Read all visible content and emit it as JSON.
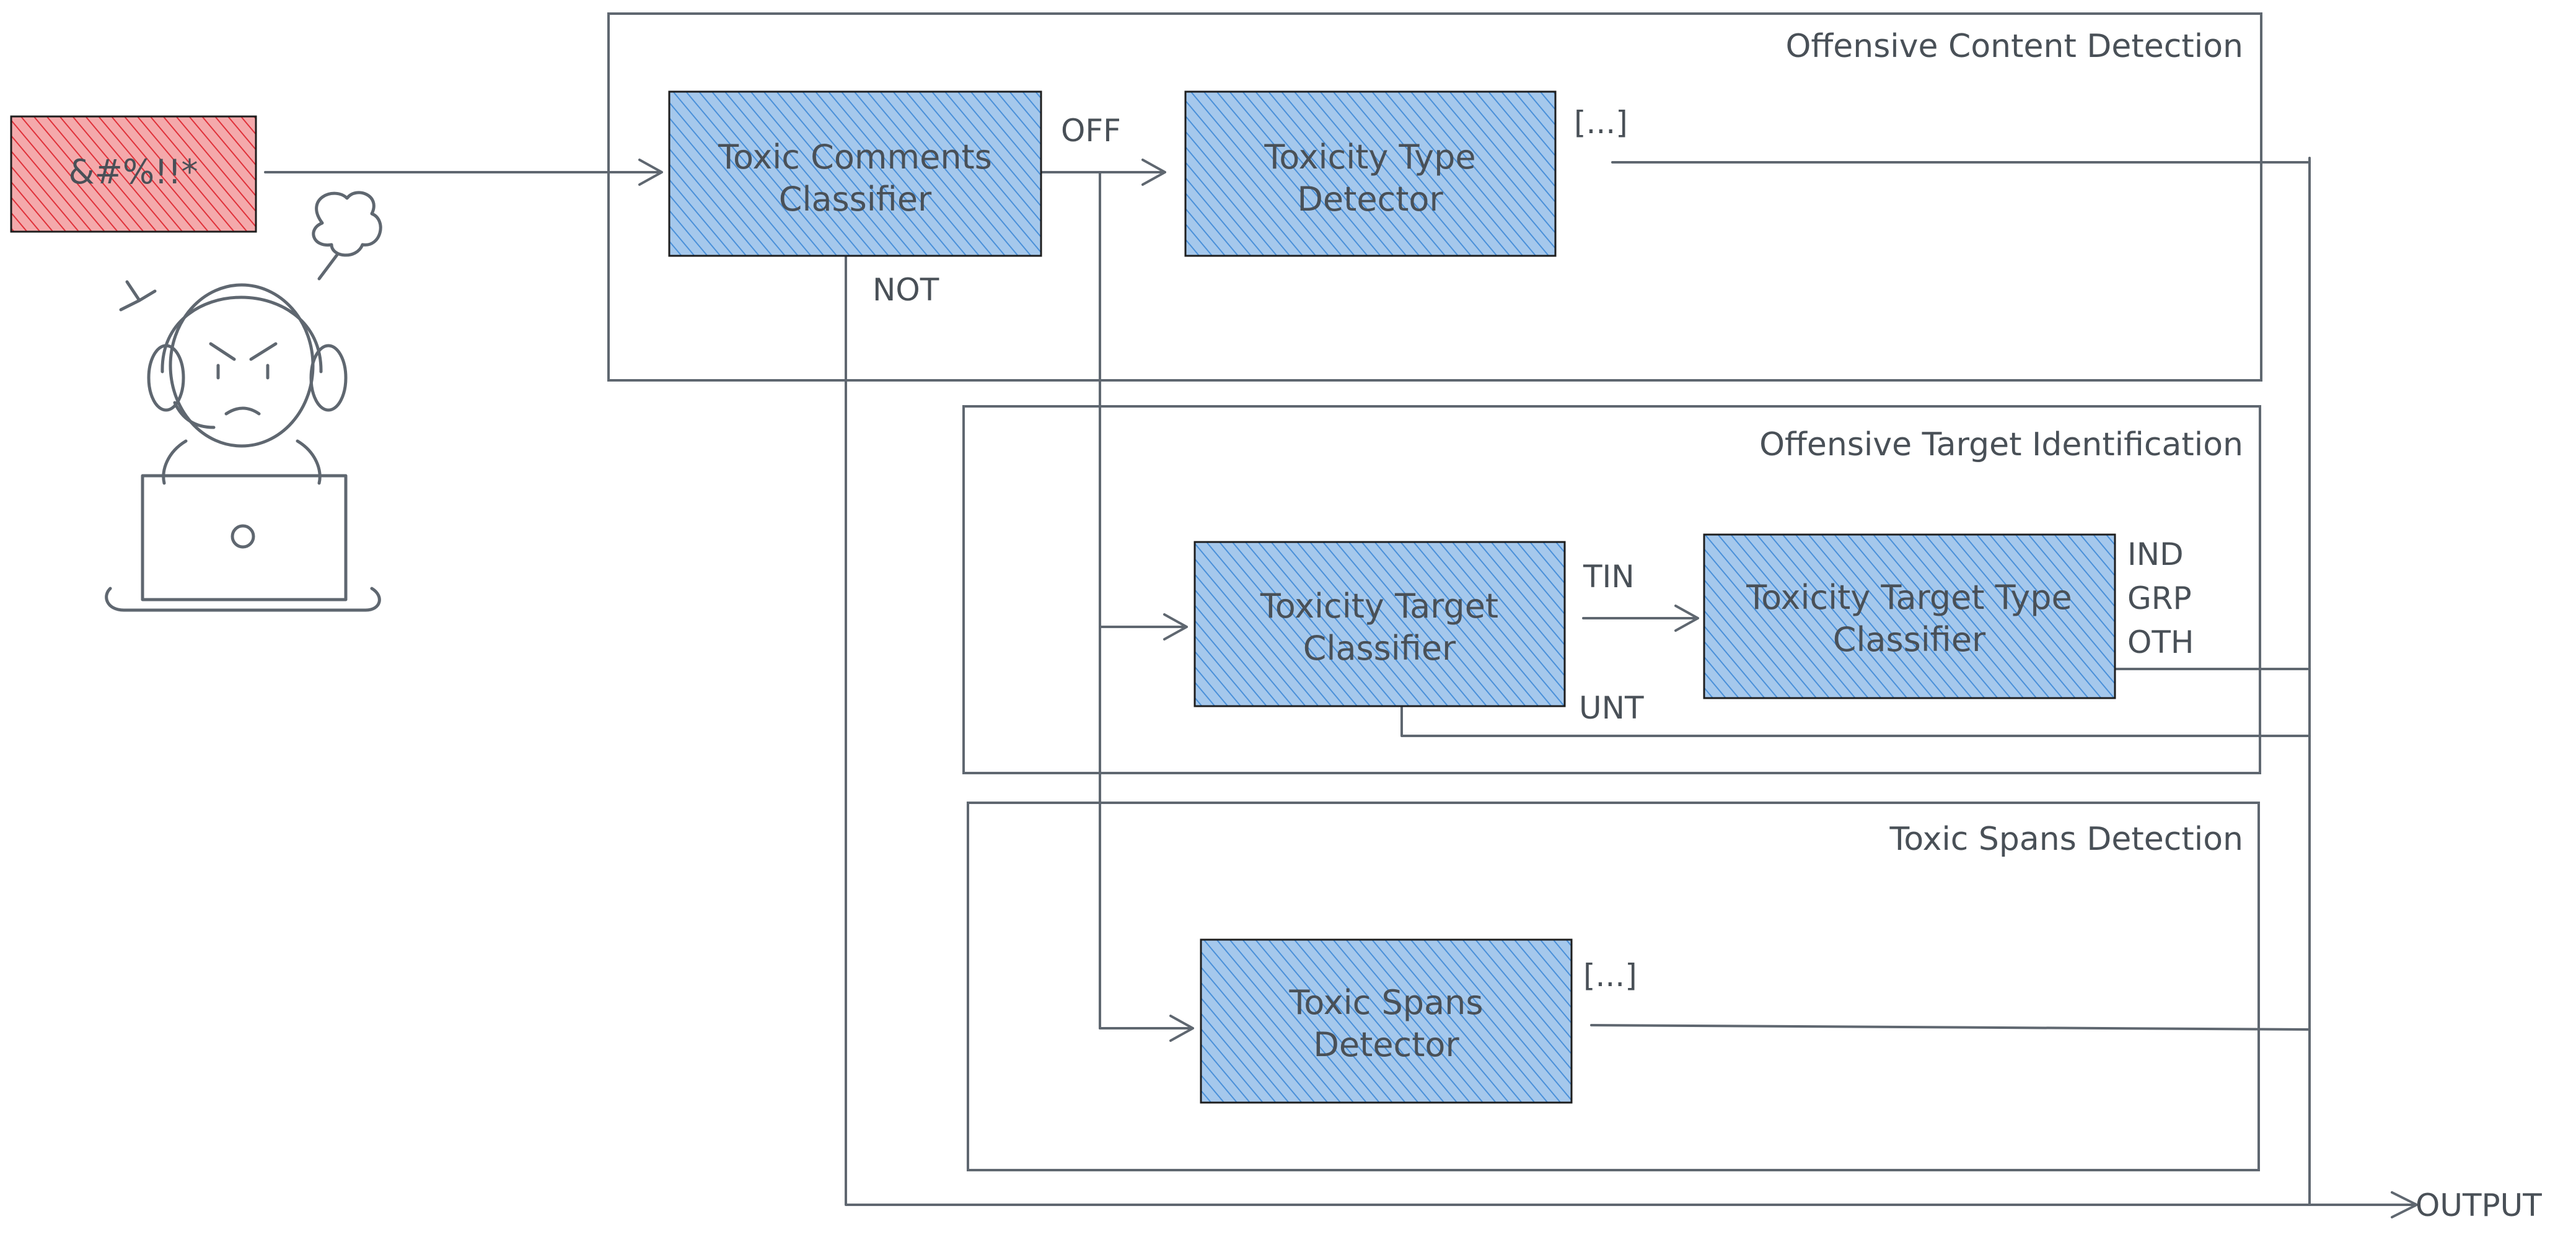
{
  "input_text": "&#%!!*",
  "colors": {
    "node_fill": "#a5c8ec",
    "node_hatch": "#4a90d9",
    "input_fill": "#f4a9ab",
    "input_hatch": "#e0313a",
    "line": "#5f6770",
    "text": "#495057"
  },
  "sections": {
    "offensive": "Offensive Content Detection",
    "target": "Offensive Target Identification",
    "spans": "Toxic Spans Detection"
  },
  "nodes": {
    "toxic_comments": [
      "Toxic Comments",
      "Classifier"
    ],
    "toxicity_type": [
      "Toxicity Type",
      "Detector"
    ],
    "target_classifier": [
      "Toxicity Target",
      "Classifier"
    ],
    "target_type": [
      "Toxicity Target Type",
      "Classifier"
    ],
    "spans_detector": [
      "Toxic Spans",
      "Detector"
    ]
  },
  "edge_labels": {
    "off": "OFF",
    "not": "NOT",
    "type_ellipsis": "[...]",
    "tin": "TIN",
    "unt": "UNT",
    "ind": "IND",
    "grp": "GRP",
    "oth": "OTH",
    "spans_ellipsis": "[...]"
  },
  "output_label": "OUTPUT",
  "icons": [
    "user-with-headset-icon",
    "laptop-icon",
    "anger-puff-icon",
    "anger-symbol-icon"
  ]
}
